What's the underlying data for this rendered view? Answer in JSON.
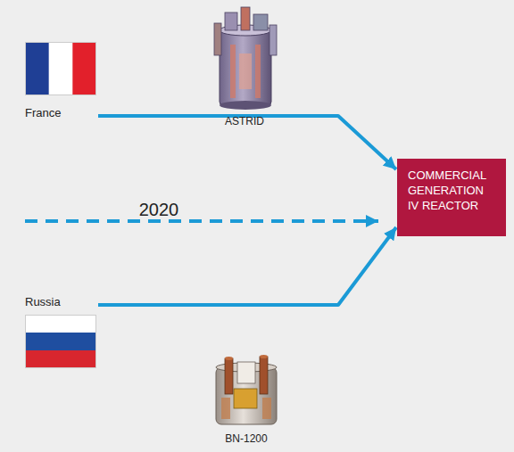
{
  "diagram": {
    "nodes": [
      {
        "text": [
          "France"
        ]
      },
      {
        "text": [
          "Russia"
        ]
      },
      {
        "text": [
          "COMMERCIAL GENERATION IV REACTOR"
        ]
      }
    ],
    "edges": [
      {
        "from": 0,
        "to": 2,
        "arrow": "to"
      },
      {
        "from": 1,
        "to": 2,
        "arrow": "to"
      }
    ],
    "labels": [
      "ASTRID",
      "2020",
      "BN-1200"
    ]
  }
}
